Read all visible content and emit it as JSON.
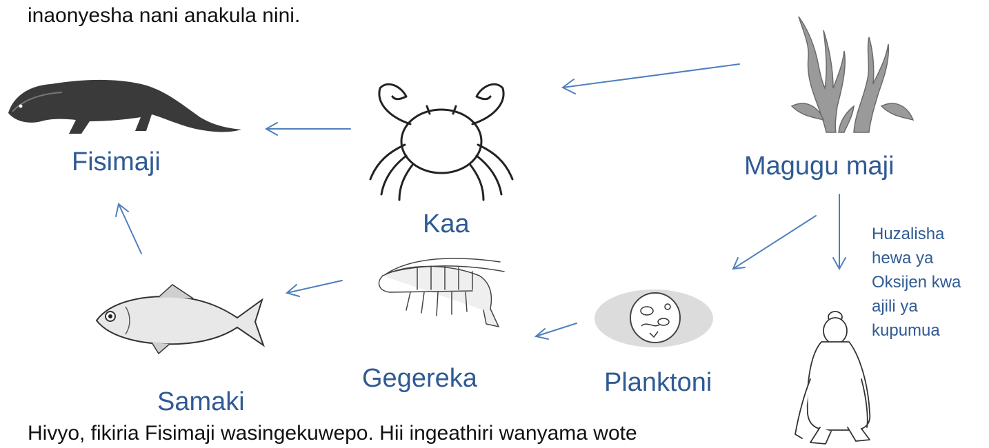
{
  "intro_text": "inaonyesha nani anakula nini.",
  "outro_text": "Hivyo, fikiria Fisimaji wasingekuwepo. Hii ingeathiri wanyama wote",
  "organisms": {
    "fisimaji": {
      "label": "Fisimaji",
      "icon": "otter-icon"
    },
    "kaa": {
      "label": "Kaa",
      "icon": "crab-icon"
    },
    "magugu_maji": {
      "label": "Magugu maji",
      "icon": "seaweed-icon"
    },
    "samaki": {
      "label": "Samaki",
      "icon": "fish-icon"
    },
    "gegereka": {
      "label": "Gegereka",
      "icon": "shrimp-icon"
    },
    "planktoni": {
      "label": "Planktoni",
      "icon": "plankton-icon"
    },
    "mtu": {
      "icon": "person-icon"
    }
  },
  "oxygen_note": "Huzalisha hewa ya Oksijen kwa ajili ya kupumua",
  "colors": {
    "label": "#2f5a94",
    "arrow": "#4f7fbd",
    "ink": "#333333"
  }
}
